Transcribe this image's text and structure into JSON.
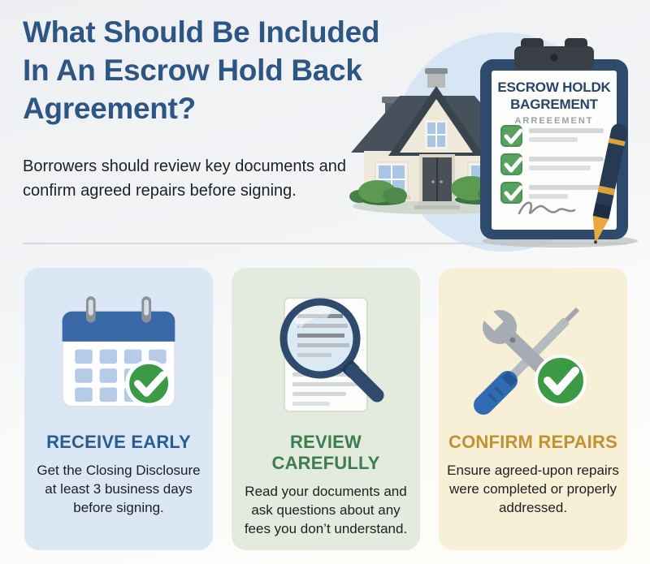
{
  "page": {
    "title_lines": [
      "What Should Be Included",
      "In An Escrow Hold Back",
      "Agreement?"
    ],
    "subtitle_lines": [
      "Borrowers should review key documents and",
      "confirm agreed repairs before signing."
    ]
  },
  "header_illustrations": {
    "house_icon": "house-icon",
    "clipboard_icon": "clipboard-icon",
    "pen_icon": "pen-icon",
    "clipboard": {
      "heading_line1": "ESCROW HOLDK",
      "heading_line2": "BAGREMENT",
      "subheading": "ARREEEMENT"
    }
  },
  "cards": [
    {
      "icon": "calendar-check-icon",
      "title": "RECEIVE EARLY",
      "body": "Get the Closing Disclosure at least 3 business days before signing.",
      "bg": "#dbe7f4",
      "title_color": "#2d5c92"
    },
    {
      "icon": "magnifier-document-icon",
      "title": "REVIEW CAREFULLY",
      "body": "Read your documents and ask questions about any fees you don’t understand.",
      "bg": "#e2ebdd",
      "title_color": "#3e7d4f"
    },
    {
      "icon": "tools-check-icon",
      "title": "CONFIRM REPAIRS",
      "body": "Ensure agreed-upon repairs were completed or properly addressed.",
      "bg": "#f8efd7",
      "title_color": "#bf9232"
    }
  ],
  "colors": {
    "heading_blue": "#2e5685",
    "navy": "#2e4a6c",
    "check_green": "#3b9a44",
    "checkbox_green": "#58a15e",
    "divider_gray": "#d8dbde",
    "circle_blue": "#d7e5f4"
  }
}
